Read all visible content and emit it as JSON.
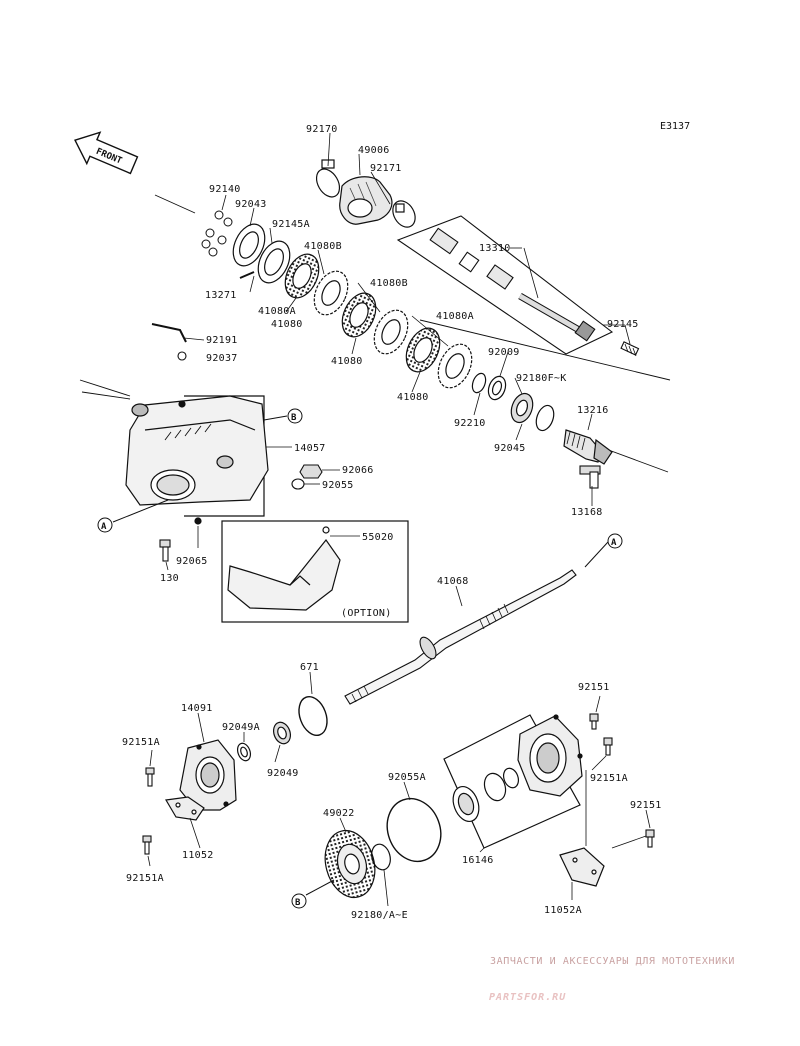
{
  "diagram_id": "E3137",
  "front_arrow_label": "FRONT",
  "option_label": "(OPTION)",
  "ref_marks": [
    "A",
    "B"
  ],
  "callouts": {
    "c92170": "92170",
    "c49006": "49006",
    "c92171": "92171",
    "c92140": "92140",
    "c92043": "92043",
    "c92145A": "92145A",
    "c41080B_1": "41080B",
    "c13271": "13271",
    "c41080A_1": "41080A",
    "c41080_1": "41080",
    "c41080B_2": "41080B",
    "c41080_2": "41080",
    "c41080A_2": "41080A",
    "c41080_3": "41080",
    "c13310": "13310",
    "c92145": "92145",
    "c92191": "92191",
    "c92037": "92037",
    "c92009": "92009",
    "c92180FK": "92180F~K",
    "c92210": "92210",
    "c92045": "92045",
    "c13216": "13216",
    "c13168": "13168",
    "c14057": "14057",
    "c92066": "92066",
    "c92055": "92055",
    "c55020": "55020",
    "c130": "130",
    "c92065": "92065",
    "c41068": "41068",
    "c671": "671",
    "c14091": "14091",
    "c92049A": "92049A",
    "c92151A_1": "92151A",
    "c92049": "92049",
    "c11052": "11052",
    "c92151A_2": "92151A",
    "c92055A": "92055A",
    "c92151_1": "92151",
    "c92151A_3": "92151A",
    "c92151_2": "92151",
    "c49022": "49022",
    "c16146": "16146",
    "c11052A": "11052A",
    "c92180AE": "92180/A~E"
  },
  "watermark": {
    "tagline": "ЗАПЧАСТИ И АКСЕССУАРЫ ДЛЯ МОТОТЕХНИКИ",
    "brand": "PARTSFOR.RU"
  }
}
